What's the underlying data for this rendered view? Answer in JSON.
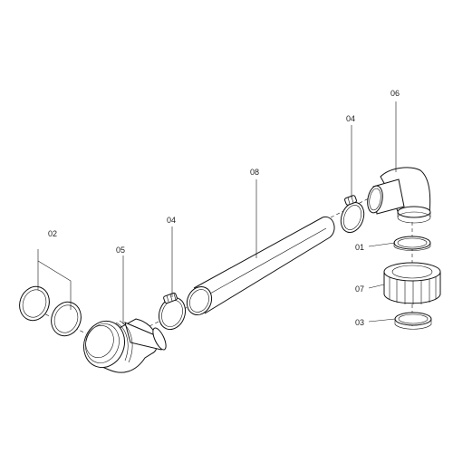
{
  "callouts": {
    "p02": "02",
    "p05": "05",
    "p04_left": "04",
    "p08": "08",
    "p04_right": "04",
    "p06": "06",
    "p01": "01",
    "p07": "07",
    "p03": "03"
  }
}
